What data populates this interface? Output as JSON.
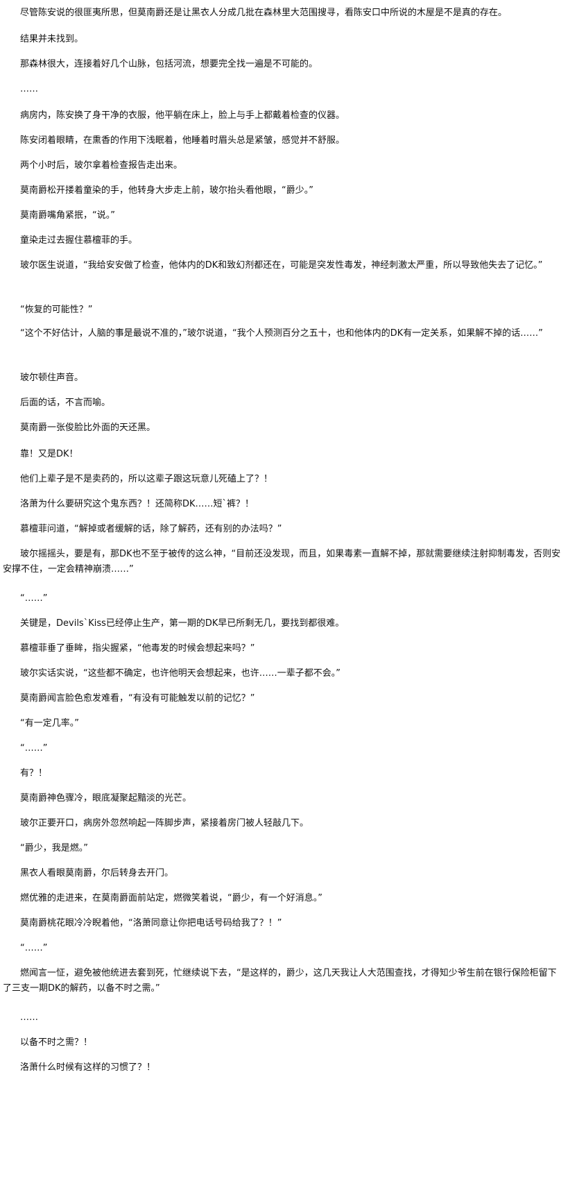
{
  "document": {
    "paragraphs": [
      "尽管陈安说的很匪夷所思，但莫南爵还是让黑衣人分成几批在森林里大范围搜寻，看陈安口中所说的木屋是不是真的存在。",
      "结果并未找到。",
      "那森林很大，连接着好几个山脉，包括河流，想要完全找一遍是不可能的。",
      "……",
      "病房内，陈安换了身干净的衣服，他平躺在床上，脸上与手上都戴着检查的仪器。",
      "陈安闭着眼睛，在熏香的作用下浅眠着，他睡着时眉头总是紧皱，感觉并不舒服。",
      "两个小时后，玻尔拿着检查报告走出来。",
      "莫南爵松开搂着童染的手，他转身大步走上前，玻尔抬头看他眼，“爵少。”",
      "莫南爵嘴角紧抿，“说。”",
      "童染走过去握住慕檀菲的手。",
      "玻尔医生说道，“我给安安做了检查，他体内的DK和致幻剂都还在，可能是突发性毒发，神经刺激太严重，所以导致他失去了记忆。”",
      "“恢复的可能性？”",
      "“这个不好估计，人脑的事是最说不准的，”玻尔说道，“我个人预测百分之五十，也和他体内的DK有一定关系，如果解不掉的话……”",
      "玻尔顿住声音。",
      "后面的话，不言而喻。",
      "莫南爵一张俊脸比外面的天还黑。",
      "靠！又是DK！",
      "他们上辈子是不是卖药的，所以这辈子跟这玩意儿死磕上了？！",
      "洛萧为什么要研究这个鬼东西？！还简称DK……短`裤？！",
      "慕檀菲问道，“解掉或者缓解的话，除了解药，还有别的办法吗？”",
      "玻尔摇摇头，要是有，那DK也不至于被传的这么神，“目前还没发现，而且，如果毒素一直解不掉，那就需要继续注射抑制毒发，否则安安撑不住，一定会精神崩溃……”",
      "“……”",
      "关键是，Devils`Kiss已经停止生产，第一期的DK早已所剩无几，要找到都很难。",
      "慕檀菲垂了垂眸，指尖握紧，“他毒发的时候会想起来吗？”",
      "玻尔实话实说，“这些都不确定，也许他明天会想起来，也许……一辈子都不会。”",
      "莫南爵闻言脸色愈发难看，“有没有可能触发以前的记忆？”",
      "“有一定几率。”",
      "“……”",
      "有？！",
      "莫南爵神色骤冷，眼底凝聚起黯淡的光芒。",
      "玻尔正要开口，病房外忽然响起一阵脚步声，紧接着房门被人轻敲几下。",
      "“爵少，我是燃。”",
      "黑衣人看眼莫南爵，尔后转身去开门。",
      "燃优雅的走进来，在莫南爵面前站定，燃微笑着说，“爵少，有一个好消息。”",
      "莫南爵桃花眼冷冷睨着他，“洛萧同意让你把电话号码给我了？！”",
      "“……”",
      "燃闻言一怔，避免被他统进去套到死，忙继续说下去，“是这样的，爵少，这几天我让人大范围查找，才得知少爷生前在银行保险柜留下了三支一期DK的解药，以备不时之需。”",
      "……",
      "以备不时之需？！",
      "洛萧什么时候有这样的习惯了？！"
    ]
  }
}
